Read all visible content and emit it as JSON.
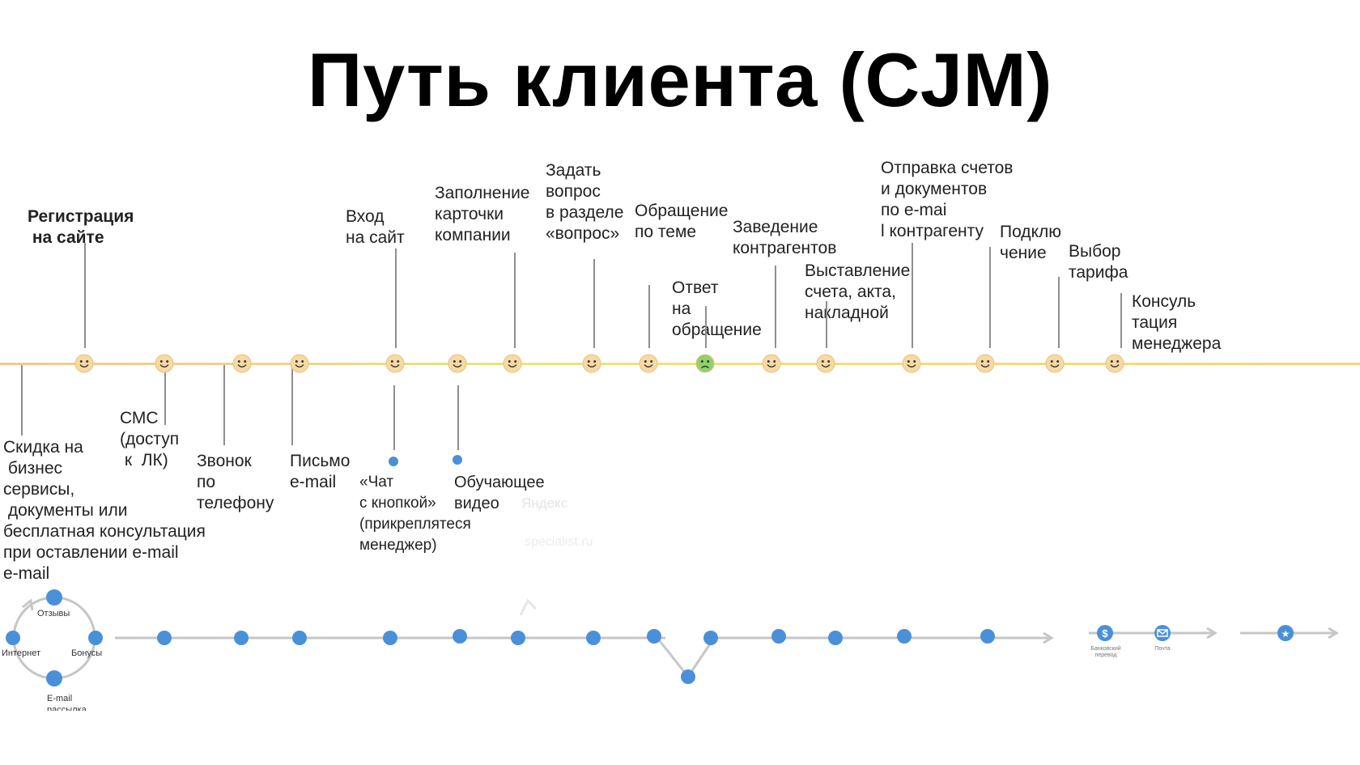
{
  "title": "Путь клиента (CJM)",
  "top_labels": [
    {
      "id": "registration",
      "text": "Регистрация\n на сайте",
      "bold": true
    },
    {
      "id": "login",
      "text": "Вход\nна сайт"
    },
    {
      "id": "company-card",
      "text": "Заполнение\nкарточки\nкомпании"
    },
    {
      "id": "ask-question",
      "text": "Задать\nвопрос\nв разделе\n«вопрос»"
    },
    {
      "id": "topic-request",
      "text": "Обращение\nпо теме"
    },
    {
      "id": "answer",
      "text": "Ответ\nна\nобращение"
    },
    {
      "id": "add-contractors",
      "text": "Заведение\nконтрагентов"
    },
    {
      "id": "invoicing",
      "text": "Выставление\nсчета, акта,\nнакладной"
    },
    {
      "id": "send-docs",
      "text": "Отправка счетов\nи документов\nпо e-mai\nl контрагенту"
    },
    {
      "id": "connection",
      "text": "Подклю\nчение"
    },
    {
      "id": "tariff",
      "text": "Выбор\nтарифа"
    },
    {
      "id": "manager-consult",
      "text": "Консуль\nтация\nменеджера"
    }
  ],
  "bottom_labels": [
    {
      "id": "discount",
      "text": "Скидка на\n бизнес\nсервисы,\n документы или\nбесплатная консультация\nпри оставлении e-mail\ne-mail"
    },
    {
      "id": "sms",
      "text": "СМС\n(доступ\n к  ЛК)"
    },
    {
      "id": "phone-call",
      "text": "Звонок\nпо\nтелефону"
    },
    {
      "id": "email-letter",
      "text": "Письмо\ne-mail"
    },
    {
      "id": "chat-button",
      "text": "«Чат\nс кнопкой»\n(прикреплятеся\nменеджер)"
    },
    {
      "id": "training-video",
      "text": "Обучающее\nвидео"
    }
  ],
  "ghost_text": [
    "Яндекс",
    "specialist.ru"
  ],
  "cycle": {
    "reviews": "Отзывы",
    "internet": "Интернет",
    "bonuses": "Бонусы",
    "email_list": "E-mail\nрассылка"
  },
  "payment": {
    "bank_transfer": "Банковский\nперевод",
    "mail": "Почта"
  },
  "emotions": [
    "happy",
    "happy",
    "happy",
    "happy",
    "happy",
    "happy",
    "happy",
    "happy",
    "happy",
    "sad",
    "happy",
    "happy",
    "happy",
    "happy",
    "happy",
    "happy"
  ],
  "colors": {
    "face": "#f6d9a3",
    "face_sad": "#8fd16b",
    "node": "#4a90d9",
    "track": "#c6c6c6"
  }
}
